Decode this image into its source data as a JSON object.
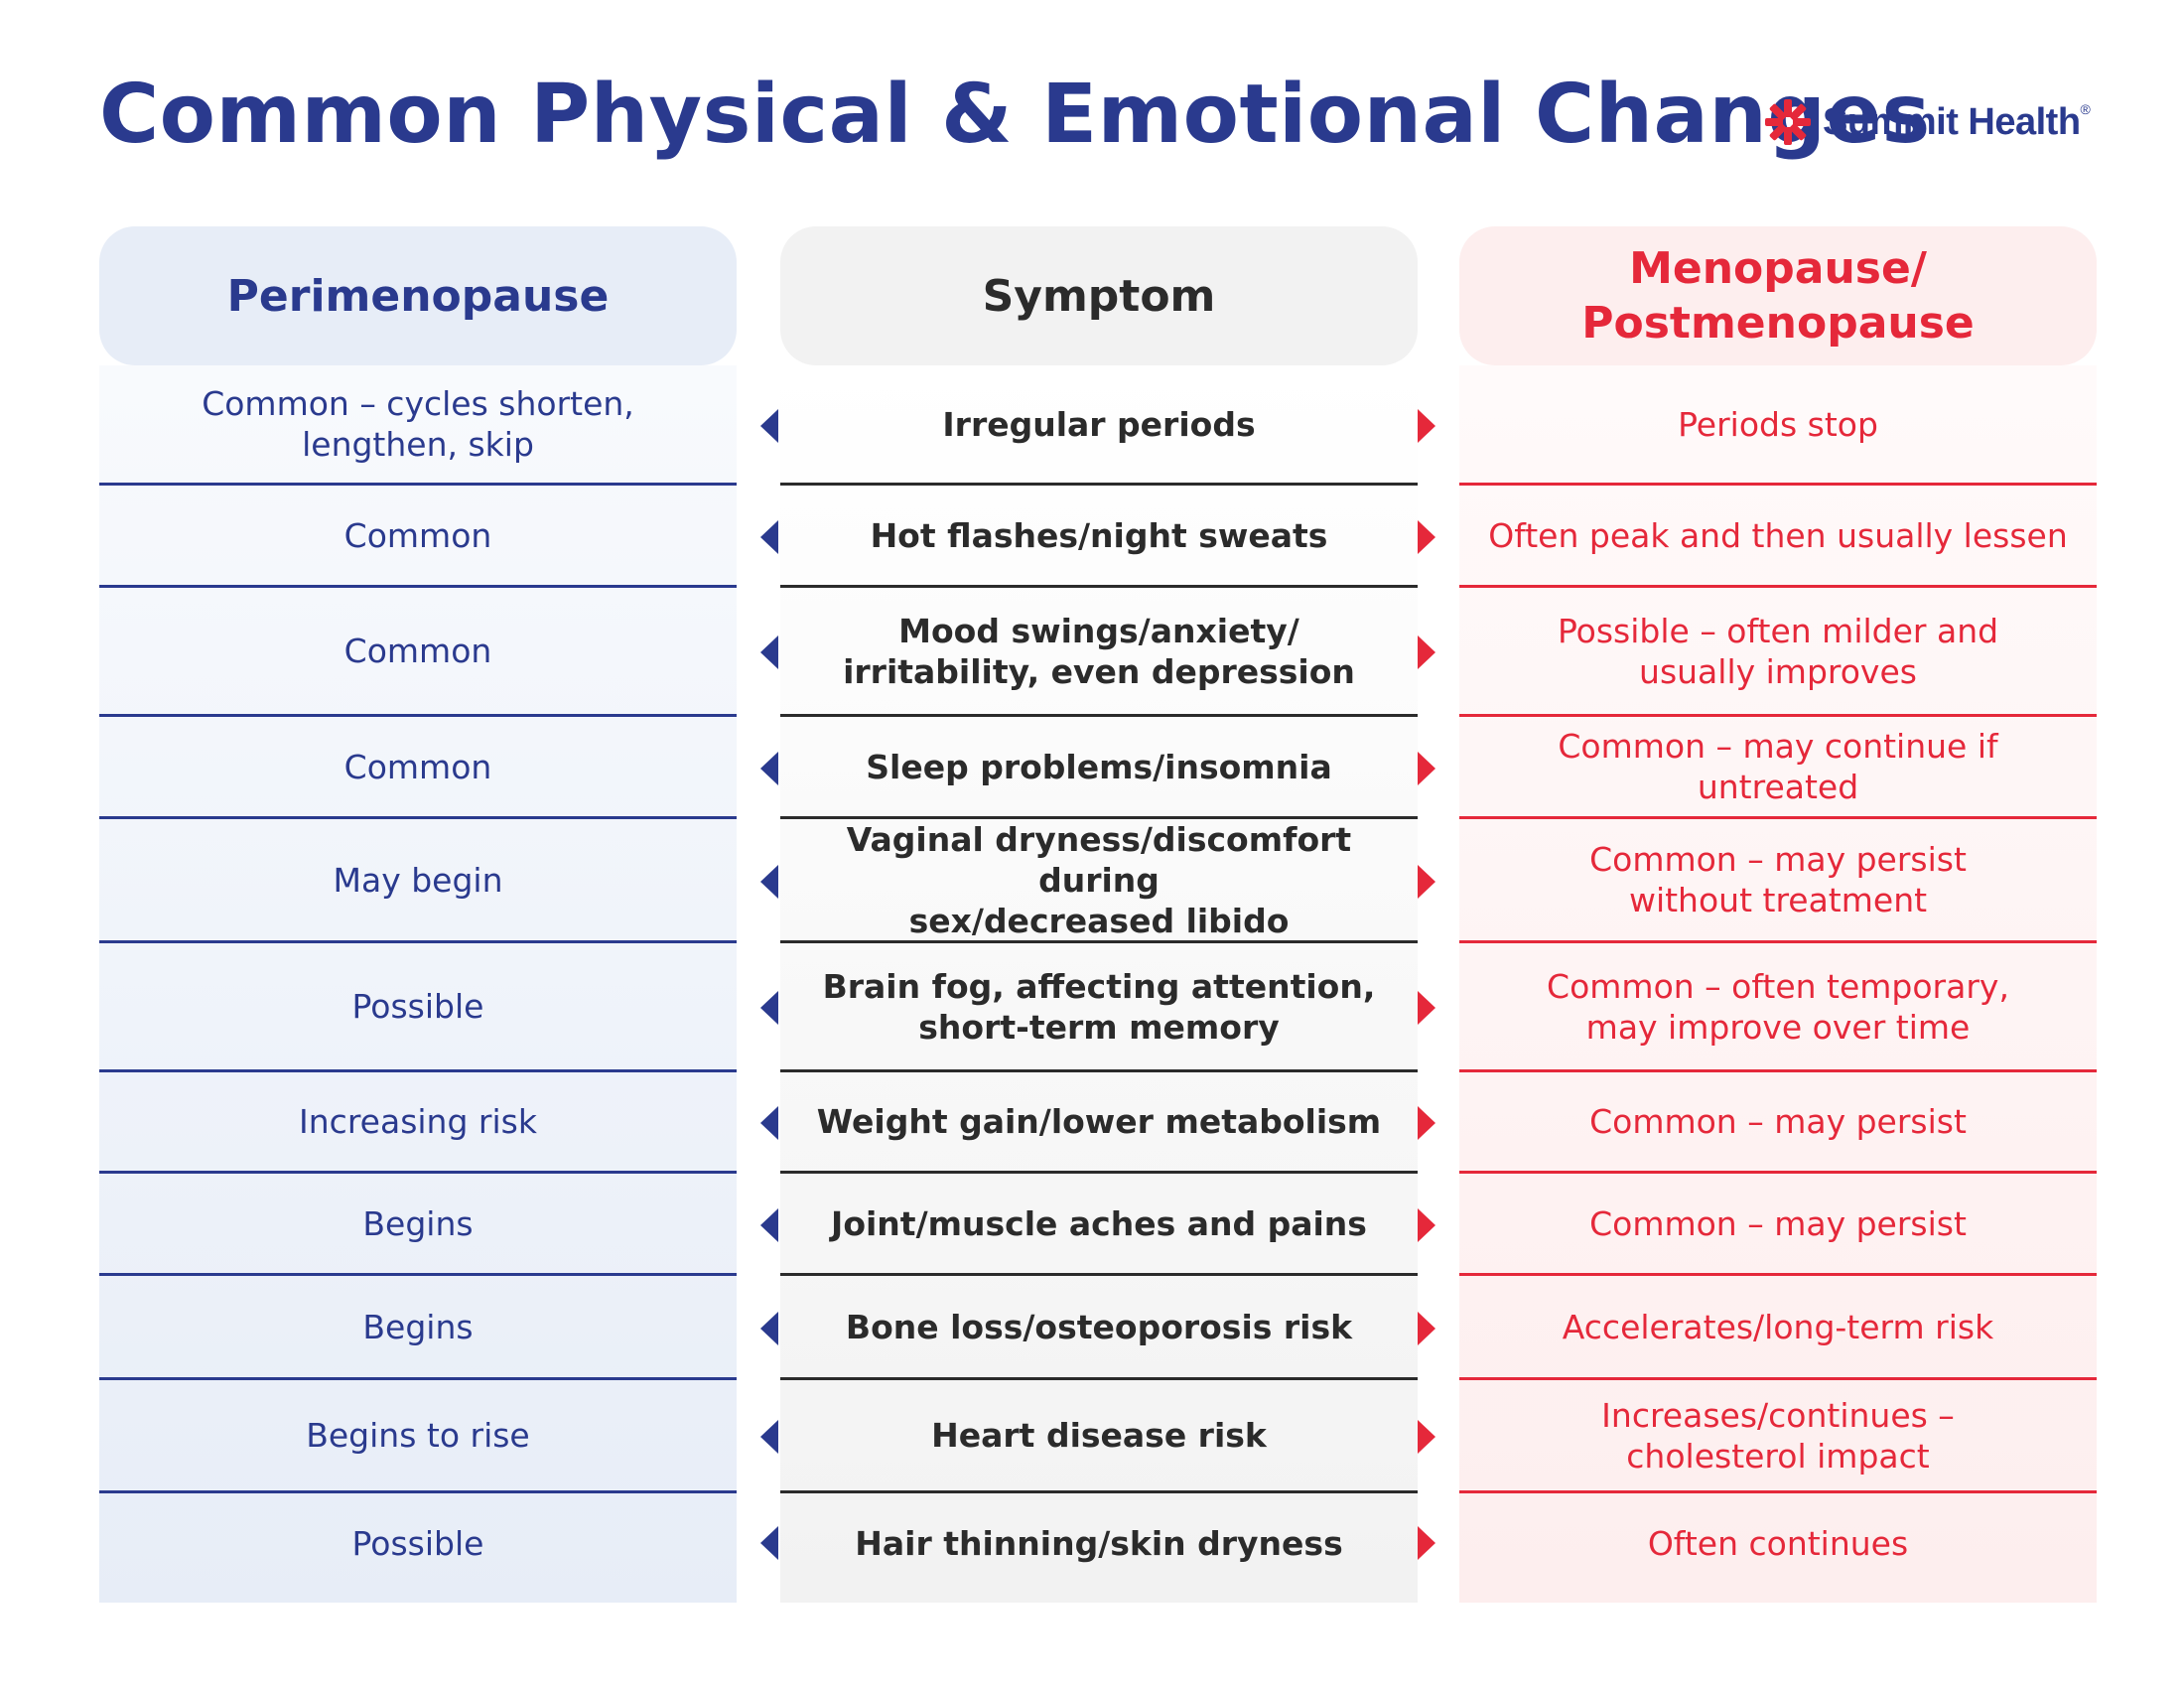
{
  "title": "Common Physical & Emotional Changes",
  "logo": {
    "text": "Summit Health",
    "mark": "®",
    "icon": "summit-health-logo-icon"
  },
  "colors": {
    "navy": "#2a3a8e",
    "red": "#e5283a",
    "dark": "#2b2b2b"
  },
  "headers": {
    "perimenopause": "Perimenopause",
    "symptom": "Symptom",
    "menopause": "Menopause/\nPostmenopause"
  },
  "rows": [
    {
      "perimenopause": "Common – cycles shorten,\nlengthen, skip",
      "symptom": "Irregular periods",
      "menopause": "Periods stop"
    },
    {
      "perimenopause": "Common",
      "symptom": "Hot flashes/night sweats",
      "menopause": "Often peak and then usually lessen"
    },
    {
      "perimenopause": "Common",
      "symptom": "Mood swings/anxiety/\nirritability, even depression",
      "menopause": "Possible – often milder and\nusually improves"
    },
    {
      "perimenopause": "Common",
      "symptom": "Sleep problems/insomnia",
      "menopause": "Common – may continue if untreated"
    },
    {
      "perimenopause": "May begin",
      "symptom": "Vaginal dryness/discomfort during\nsex/decreased libido",
      "menopause": "Common – may persist\nwithout treatment"
    },
    {
      "perimenopause": "Possible",
      "symptom": "Brain fog, affecting attention,\nshort-term memory",
      "menopause": "Common – often temporary,\nmay improve over time"
    },
    {
      "perimenopause": "Increasing risk",
      "symptom": "Weight gain/lower metabolism",
      "menopause": "Common – may persist"
    },
    {
      "perimenopause": "Begins",
      "symptom": "Joint/muscle aches and pains",
      "menopause": "Common – may persist"
    },
    {
      "perimenopause": "Begins",
      "symptom": "Bone loss/osteoporosis risk",
      "menopause": "Accelerates/long-term risk"
    },
    {
      "perimenopause": "Begins to rise",
      "symptom": "Heart disease risk",
      "menopause": "Increases/continues –\ncholesterol impact"
    },
    {
      "perimenopause": "Possible",
      "symptom": "Hair thinning/skin dryness",
      "menopause": "Often continues"
    }
  ]
}
